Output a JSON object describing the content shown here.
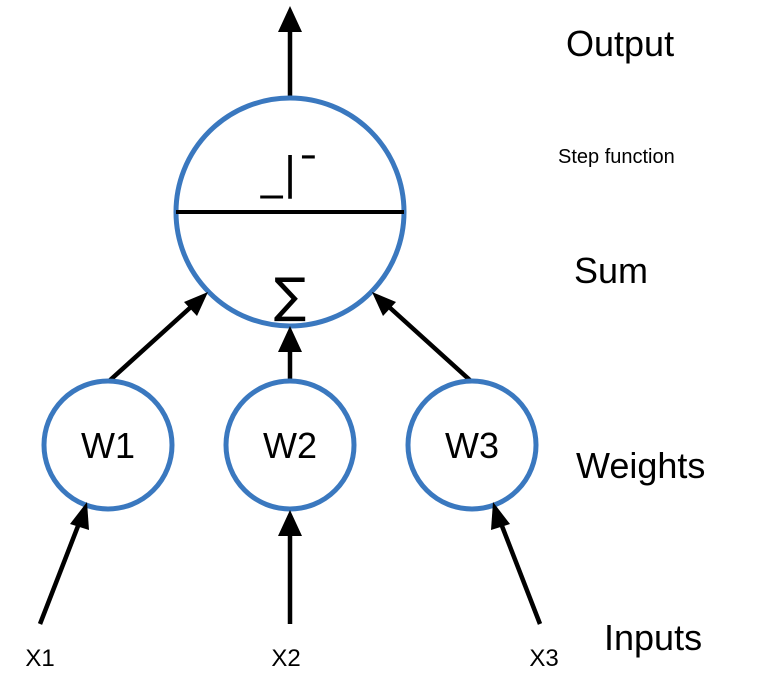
{
  "colors": {
    "node_stroke": "#3a78bf",
    "edge": "#000000",
    "background": "#ffffff"
  },
  "labels": {
    "output": "Output",
    "step_function": "Step function",
    "sum": "Sum",
    "weights": "Weights",
    "inputs": "Inputs"
  },
  "neuron": {
    "step_symbol": "_|¯",
    "sum_symbol": "∑"
  },
  "weights": [
    {
      "label": "W1"
    },
    {
      "label": "W2"
    },
    {
      "label": "W3"
    }
  ],
  "inputs": [
    {
      "label": "X1"
    },
    {
      "label": "X2"
    },
    {
      "label": "X3"
    }
  ]
}
